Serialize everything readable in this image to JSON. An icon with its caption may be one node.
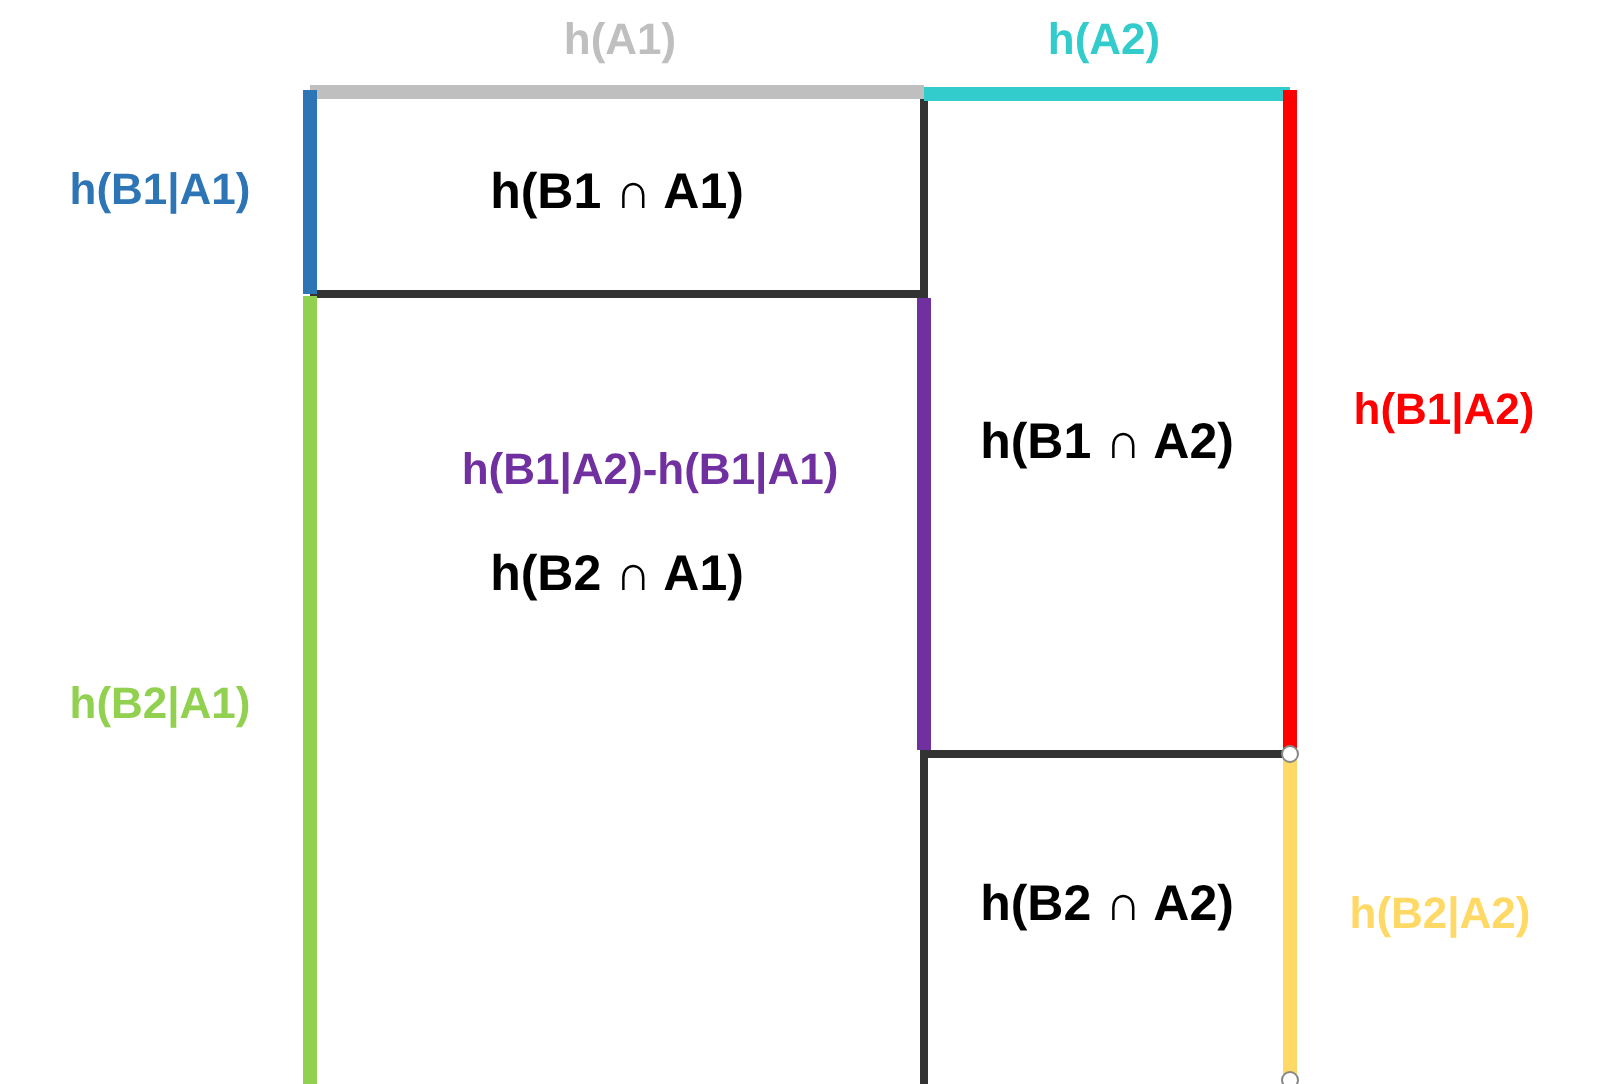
{
  "diagram": {
    "nodes": [
      {
        "text": [
          "h(B1 ∩ A1)"
        ]
      },
      {
        "text": [
          "h(B2 ∩ A1)"
        ]
      },
      {
        "text": [
          "h(B1 ∩ A2)"
        ]
      },
      {
        "text": [
          "h(B2 ∩ A2)"
        ]
      }
    ],
    "labels": [
      "h(A1)",
      "h(A2)",
      "h(B1|A1)",
      "h(B1|A2)-h(B1|A1)",
      "h(B1|A2)",
      "h(B2|A1)",
      "h(B2|A2)"
    ]
  }
}
